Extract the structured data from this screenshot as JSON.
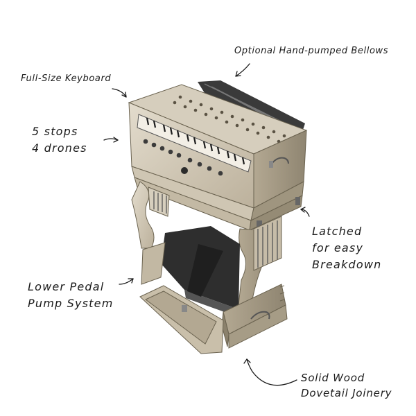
{
  "annotations": {
    "bellows": "Optional Hand-pumped Bellows",
    "keyboard": "Full-Size Keyboard",
    "stops_line1": "5 stops",
    "stops_line2": "4 drones",
    "latched_line1": "Latched",
    "latched_line2": "for easy",
    "latched_line3": "Breakdown",
    "pedal_line1": "Lower Pedal",
    "pedal_line2": "Pump System",
    "joinery_line1": "Solid Wood",
    "joinery_line2": "Dovetail Joinery"
  },
  "colors": {
    "ink": "#1a1a1a",
    "wood_light": "#d9d2c3",
    "wood_mid": "#bdb3a0",
    "wood_dark": "#8e846f",
    "bellows": "#3a3a3a"
  }
}
